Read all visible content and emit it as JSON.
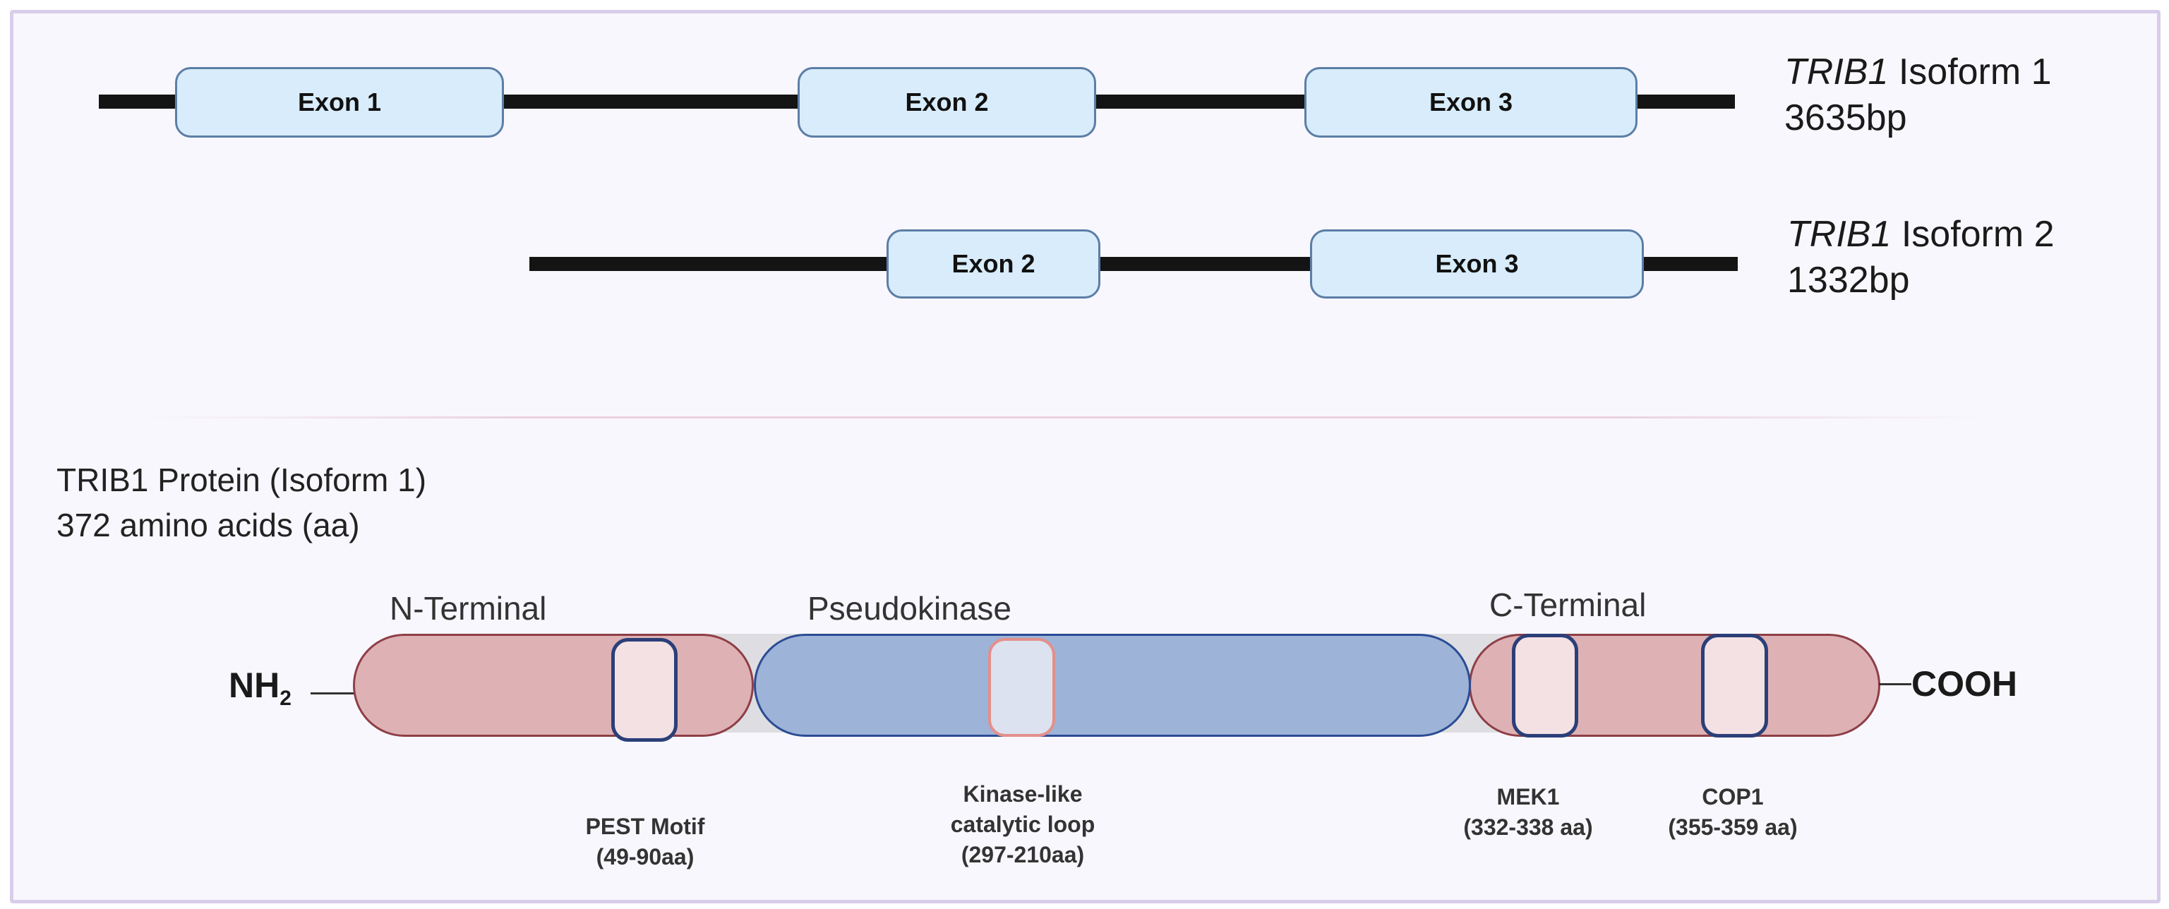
{
  "isoform1": {
    "gene": "TRIB1",
    "name": " Isoform 1",
    "length": "3635bp",
    "exons": [
      "Exon 1",
      "Exon 2",
      "Exon 3"
    ]
  },
  "isoform2": {
    "gene": "TRIB1",
    "name": " Isoform 2",
    "length": "1332bp",
    "exons": [
      "Exon 2",
      "Exon 3"
    ]
  },
  "protein": {
    "title": "TRIB1 Protein (Isoform 1)",
    "length": "372 amino acids (aa)",
    "domains": {
      "n_terminal": "N-Terminal",
      "pseudokinase": "Pseudokinase",
      "c_terminal": "C-Terminal"
    },
    "nh2_main": "NH",
    "nh2_sub": "2",
    "cooh": "COOH",
    "motifs": [
      {
        "name": "PEST Motif",
        "range": "(49-90aa)"
      },
      {
        "name": "Kinase-like",
        "name2": "catalytic loop",
        "range": "(297-210aa)"
      },
      {
        "name": "MEK1",
        "range": "(332-338 aa)"
      },
      {
        "name": "COP1",
        "range": "(355-359 aa)"
      }
    ]
  },
  "colors": {
    "exon_fill": "#d8ecfb",
    "exon_border": "#5c7ea6",
    "terminal_fill": "#deb2b5",
    "terminal_border": "#8e3e46",
    "kinase_fill": "#9db3d8",
    "kinase_border": "#2b4c94"
  }
}
